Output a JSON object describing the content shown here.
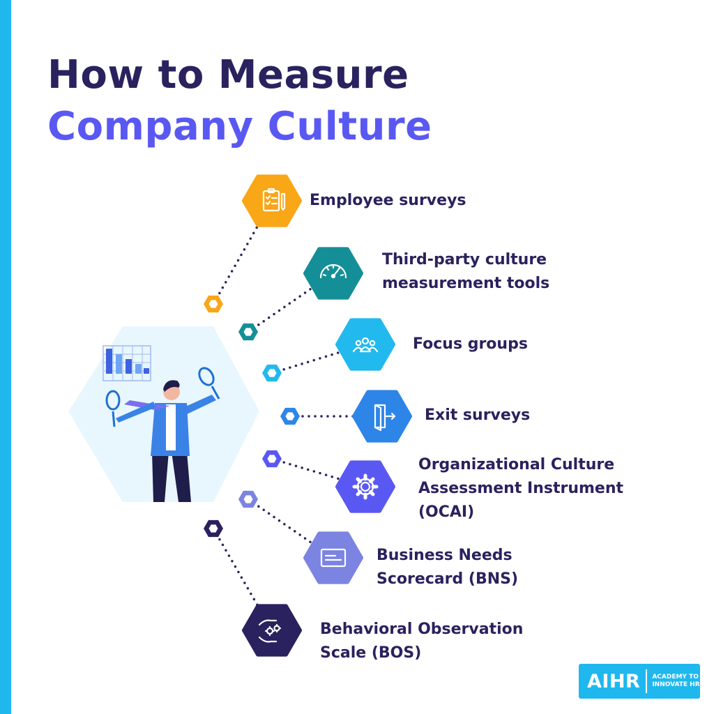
{
  "title": {
    "line1": "How to Measure",
    "line2": "Company Culture"
  },
  "items": [
    {
      "label": "Employee surveys",
      "icon": "clipboard-checklist-icon",
      "color": "#f9a617"
    },
    {
      "label": "Third-party culture measurement tools",
      "icon": "speedometer-icon",
      "color": "#158f97"
    },
    {
      "label": "Focus groups",
      "icon": "group-people-icon",
      "color": "#22b9ee"
    },
    {
      "label": "Exit surveys",
      "icon": "exit-door-icon",
      "color": "#2d85e8"
    },
    {
      "label": "Organizational Culture Assessment Instrument (OCAI)",
      "icon": "gear-icon",
      "color": "#5a58f2"
    },
    {
      "label": "Business Needs Scorecard (BNS)",
      "icon": "scorecard-icon",
      "color": "#7c84e1"
    },
    {
      "label": "Behavioral Observation Scale (BOS)",
      "icon": "hands-gears-icon",
      "color": "#2a225e"
    }
  ],
  "logo": {
    "mark": "AIHR",
    "line1": "ACADEMY TO",
    "line2": "INNOVATE HR"
  },
  "colors": {
    "accent": "#1fb8ee",
    "title_dark": "#2a225e",
    "title_purple": "#5a58f2"
  }
}
